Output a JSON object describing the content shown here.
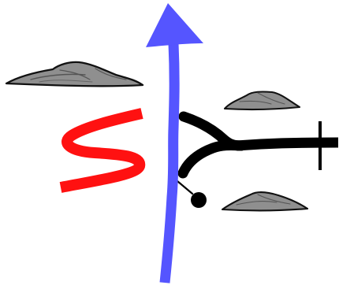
{
  "diagram": {
    "description_visible_text": "",
    "colors": {
      "background": "#ffffff",
      "arrow": "#5555ff",
      "s_mark": "#ff1111",
      "junction": "#000000",
      "rock_fill": "#8f8f8f",
      "rock_stroke": "#111111",
      "rock_detail": "#555555"
    },
    "icons": {
      "vertical_arrow": "blue-up-arrow",
      "red_mark": "red-s-curve",
      "black_branch": "black-y-junction-with-end-bar",
      "rocks": "gray-rock-shapes",
      "small_dot": "black-terminal-dot"
    }
  }
}
